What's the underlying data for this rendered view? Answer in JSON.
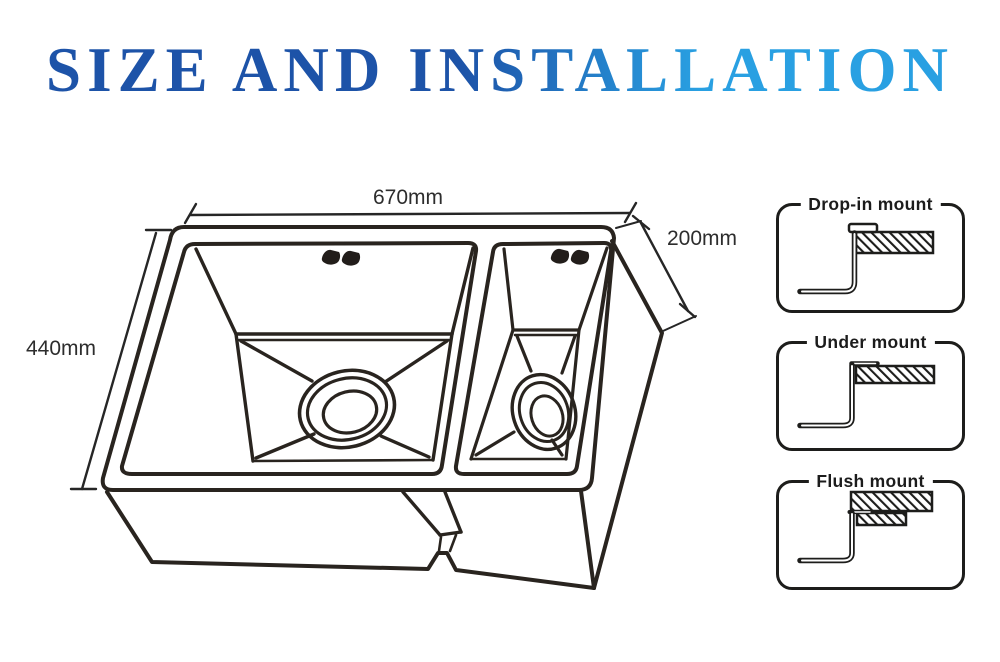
{
  "title": {
    "text": "SIZE AND INSTALLATION",
    "gradient_start": "#1d53a8",
    "gradient_end": "#29a0e2"
  },
  "sink": {
    "description": "Isometric technical line drawing of a double-bowl kitchen sink with drains",
    "dimension_labels": [
      "670mm",
      "200mm",
      "440mm"
    ]
  },
  "mount_options": [
    {
      "label": "Drop-in mount"
    },
    {
      "label": "Under mount"
    },
    {
      "label": "Flush mount"
    }
  ],
  "colors": {
    "line": "#29241f",
    "dimension_line": "#262626",
    "panel_border": "#1d1d1b",
    "label_text": "#2d2d2d",
    "background": "#ffffff"
  }
}
